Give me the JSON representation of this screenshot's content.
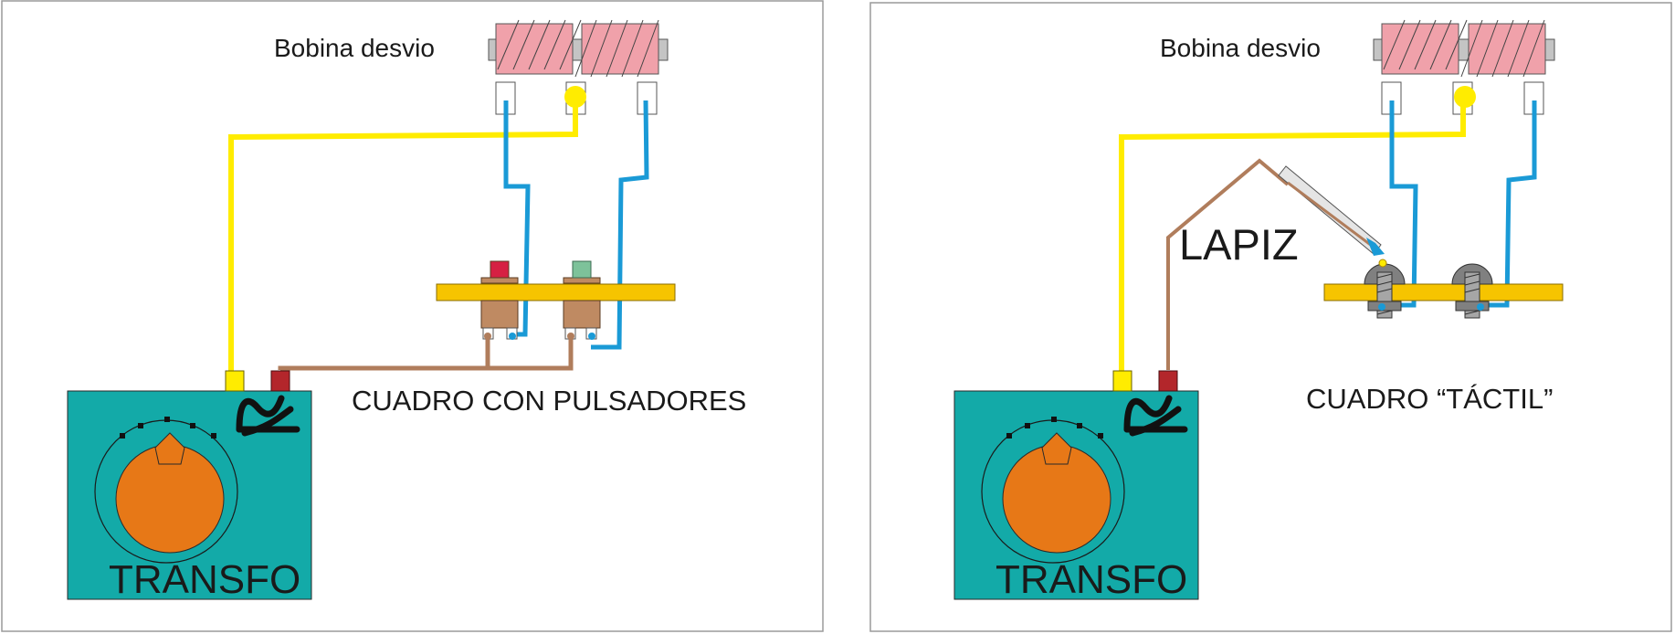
{
  "colors": {
    "wire_yellow": "#ffec00",
    "wire_blue": "#1a9ad6",
    "wire_brown": "#b07d5c",
    "coil": "#f0a1aa",
    "board": "#f6c400",
    "transformer": "#13aaa8",
    "knob": "#e77817",
    "terminal_red": "#b3262b",
    "button_red": "#d62043",
    "button_green": "#7dc29a",
    "button_body": "#bf8a62",
    "screw": "#808080"
  },
  "left_panel": {
    "coil_label": "Bobina desvio",
    "caption": "CUADRO CON PULSADORES",
    "transformer_label": "TRANSFO"
  },
  "right_panel": {
    "coil_label": "Bobina desvio",
    "caption": "CUADRO “TÁCTIL”",
    "pencil_label": "LAPIZ",
    "transformer_label": "TRANSFO"
  }
}
